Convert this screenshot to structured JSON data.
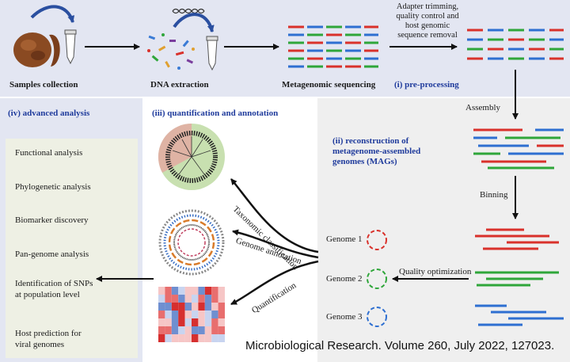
{
  "top": {
    "steps": [
      "Samples collection",
      "DNA extraction",
      "Metagenomic sequencing"
    ],
    "preprocess_note": [
      "Adapter trimming,",
      "quality control and",
      "host genomic",
      "sequence removal"
    ],
    "preprocess_heading": "(i) pre-processing"
  },
  "advanced": {
    "heading": "(iv) advanced analysis",
    "items": [
      "Functional analysis",
      "Phylogenetic analysis",
      "Biomarker discovery",
      "Pan-genome analysis",
      "Identification of SNPs",
      "at population level",
      "Host prediction for",
      "viral genomes"
    ]
  },
  "quant": {
    "heading": "(iii) quantification and annotation",
    "arrow_labels": [
      "Taxonomic classification",
      "Genome  annotation",
      "Quantification"
    ]
  },
  "recon": {
    "heading": [
      "(ii) reconstruction  of",
      "metagenome-assembled",
      "genomes (MAGs)"
    ],
    "assembly": "Assembly",
    "binning": "Binning",
    "quality": "Quality optimization",
    "genomes": [
      "Genome 1",
      "Genome 2",
      "Genome 3"
    ]
  },
  "citation": "Microbiological Research. Volume 260, July 2022, 127023.",
  "colors": {
    "red": "#d9312b",
    "blue": "#2e6fd1",
    "green": "#2fa63a",
    "heading_blue": "#1f3b9c"
  }
}
